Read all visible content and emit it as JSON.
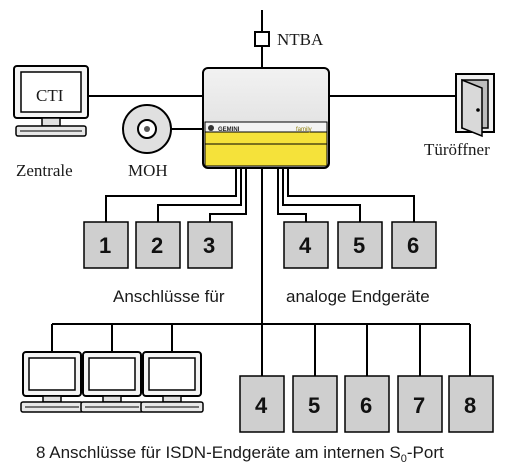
{
  "labels": {
    "ntba": "NTBA",
    "cti": "CTI",
    "zentrale": "Zentrale",
    "moh": "MOH",
    "tueroeffner": "Türöffner",
    "pbx_brand": "GEMINI",
    "pbx_model": "family",
    "anschluesse_fuer": "Anschlüsse für",
    "analoge_endgeraete": "analoge Endgeräte",
    "footer_main": "8 Anschlüsse für ISDN-Endgeräte am internen S",
    "footer_sub": "0",
    "footer_tail": "-Port"
  },
  "analog_ports": [
    "1",
    "2",
    "3",
    "4",
    "5",
    "6"
  ],
  "isdn_ports": [
    "4",
    "5",
    "6",
    "7",
    "8"
  ],
  "colors": {
    "pbx_yellow": "#f5e23a",
    "pbx_body": "#e8e8e8",
    "port_box": "#cfcfcf"
  }
}
